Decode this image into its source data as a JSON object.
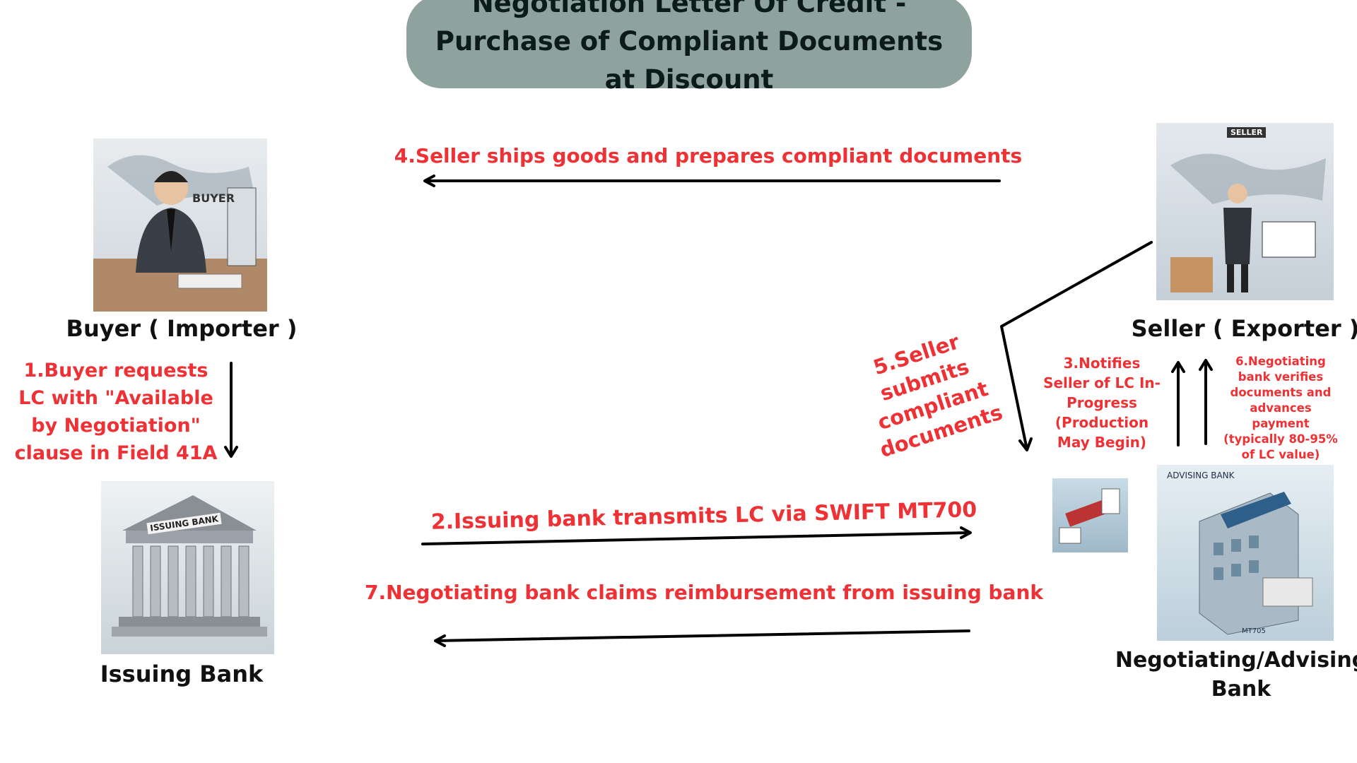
{
  "title": "Negotiation Letter Of Credit  - Purchase of Compliant Documents at Discount",
  "parties": {
    "buyer": "Buyer ( Importer )",
    "issuing_bank": "Issuing Bank",
    "seller": "Seller ( Exporter )",
    "negotiating_bank_line1": "Negotiating/Advising",
    "negotiating_bank_line2": "Bank"
  },
  "image_labels": {
    "buyer": "BUYER",
    "issuing_bank": "ISSUING BANK",
    "seller": "SELLER",
    "advising_bank": "ADVISING BANK",
    "mt705": "MT705"
  },
  "steps": {
    "step1": [
      "1.Buyer requests",
      "LC with \"Available",
      "by Negotiation\"",
      "clause in Field 41A"
    ],
    "step2": "2.Issuing bank transmits LC via SWIFT MT700",
    "step3": [
      "3.Notifies",
      "Seller of LC In-",
      "Progress",
      "(Production",
      "May Begin)"
    ],
    "step4": "4.Seller ships goods and prepares compliant documents",
    "step5": [
      "5.Seller",
      "submits",
      "compliant",
      "documents"
    ],
    "step6": [
      "6.Negotiating",
      "bank verifies",
      "documents and",
      "advances",
      "payment",
      "(typically 80-95%",
      "of LC value)"
    ],
    "step7": "7.Negotiating bank claims reimbursement from issuing bank"
  },
  "colors": {
    "title_bg": "#8fa39e",
    "step_text": "#ee3135",
    "arrow": "#000000"
  }
}
